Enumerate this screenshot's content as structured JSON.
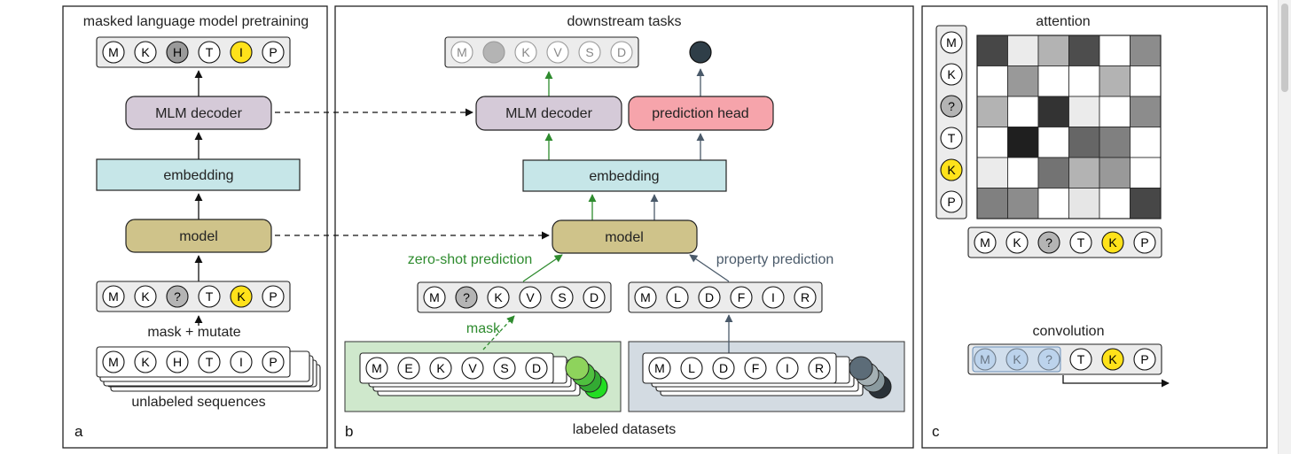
{
  "panel_a": {
    "title": "masked language model pretraining",
    "letter": "a",
    "decoded_tokens": [
      "M",
      "K",
      "H",
      "T",
      "I",
      "P"
    ],
    "mlm_decoder": "MLM decoder",
    "embedding": "embedding",
    "model": "model",
    "masked_tokens": [
      "M",
      "K",
      "?",
      "T",
      "K",
      "P"
    ],
    "mask_mutate_label": "mask + mutate",
    "input_tokens": [
      "M",
      "K",
      "H",
      "T",
      "I",
      "P"
    ],
    "unlabeled_label": "unlabeled sequences"
  },
  "panel_b": {
    "title": "downstream tasks",
    "letter": "b",
    "output_tokens": [
      "M",
      "",
      "K",
      "V",
      "S",
      "D"
    ],
    "mlm_decoder": "MLM decoder",
    "prediction_head": "prediction head",
    "embedding": "embedding",
    "model": "model",
    "zero_shot_label": "zero-shot prediction",
    "property_label": "property prediction",
    "masked_tokens": [
      "M",
      "?",
      "K",
      "V",
      "S",
      "D"
    ],
    "property_tokens": [
      "M",
      "L",
      "D",
      "F",
      "I",
      "R"
    ],
    "mask_label": "mask",
    "green_dataset_tokens": [
      "M",
      "E",
      "K",
      "V",
      "S",
      "D"
    ],
    "slate_dataset_tokens": [
      "M",
      "L",
      "D",
      "F",
      "I",
      "R"
    ],
    "datasets_label": "labeled datasets"
  },
  "panel_c": {
    "attention_title": "attention",
    "letter": "c",
    "attention_row_tokens": [
      "M",
      "K",
      "?",
      "T",
      "K",
      "P"
    ],
    "attention_col_tokens": [
      "M",
      "K",
      "?",
      "T",
      "K",
      "P"
    ],
    "attention_matrix": [
      [
        0.72,
        0.08,
        0.3,
        0.7,
        0.0,
        0.45
      ],
      [
        0.0,
        0.4,
        0.0,
        0.0,
        0.3,
        0.0
      ],
      [
        0.3,
        0.0,
        0.8,
        0.08,
        0.0,
        0.45
      ],
      [
        0.0,
        0.88,
        0.0,
        0.6,
        0.5,
        0.0
      ],
      [
        0.08,
        0.0,
        0.55,
        0.3,
        0.4,
        0.0
      ],
      [
        0.5,
        0.45,
        0.0,
        0.1,
        0.0,
        0.72
      ]
    ],
    "convolution_title": "convolution",
    "convolution_tokens": [
      "M",
      "K",
      "?",
      "T",
      "K",
      "P"
    ]
  },
  "colors": {
    "mlm_decoder": "#d5cad8",
    "embedding": "#c6e6e8",
    "model": "#cfc38a",
    "prediction_head": "#f6a4ab",
    "green_arrow": "#2e8b2e",
    "slate_arrow": "#4a5a6a",
    "highlight_yellow": "#ffe21a",
    "mask_gray": "#b4b4b4",
    "green_dataset_bg": "#cfe8cc",
    "slate_dataset_bg": "#d3dbe2",
    "conv_window": "#bcd3ec"
  }
}
